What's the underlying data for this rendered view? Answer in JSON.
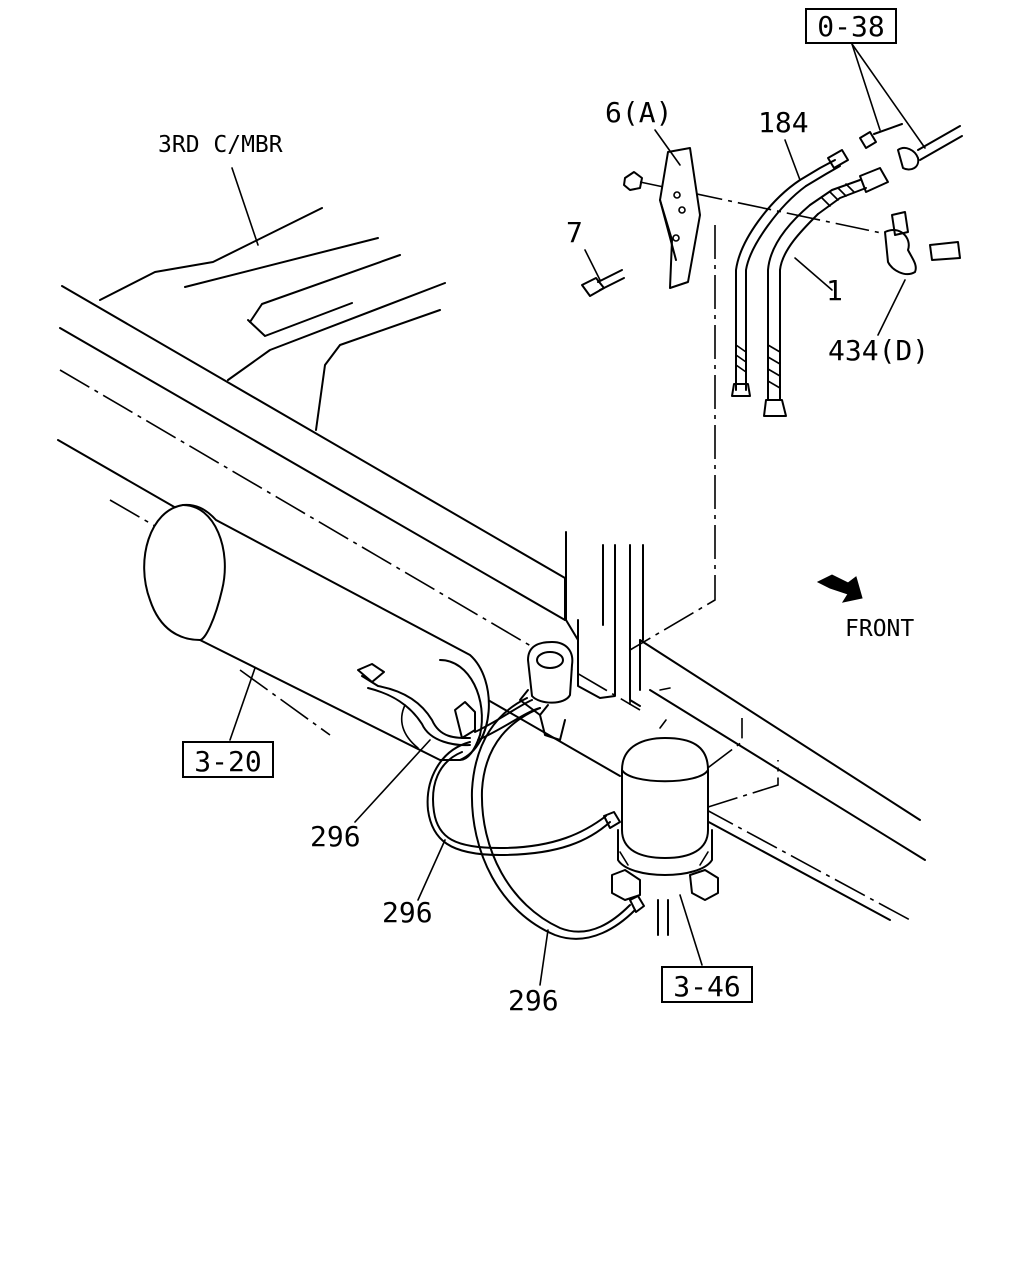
{
  "labels": {
    "member": "3RD C/MBR",
    "front": "FRONT",
    "part_6": "6(A)",
    "part_184": "184",
    "part_7": "7",
    "part_1": "1",
    "part_434": "434(D)",
    "part_296_a": "296",
    "part_296_b": "296",
    "part_296_c": "296"
  },
  "refs": {
    "ref_0_38": "0-38",
    "ref_3_20": "3-20",
    "ref_3_46": "3-46"
  }
}
